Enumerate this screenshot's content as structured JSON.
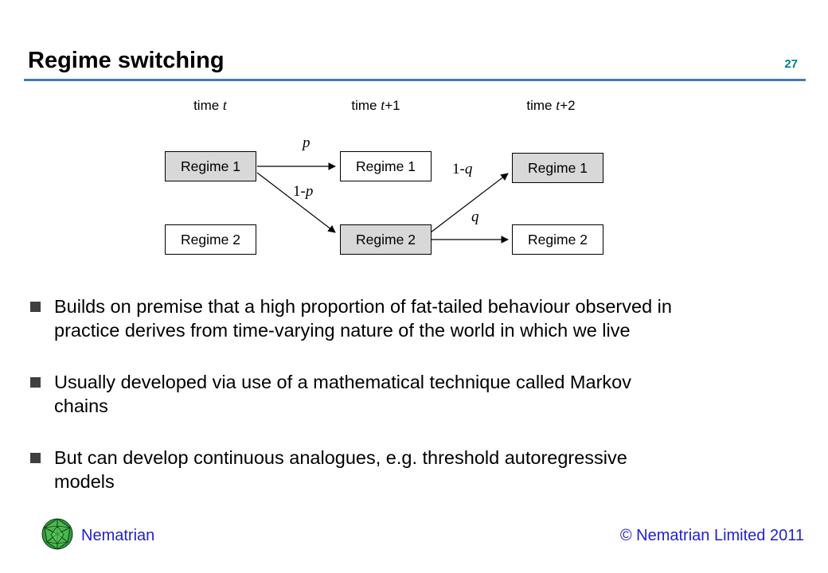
{
  "slide": {
    "title": "Regime switching",
    "page_number": "27"
  },
  "diagram": {
    "headers": [
      {
        "pre": "time ",
        "var": "t",
        "post": ""
      },
      {
        "pre": "time ",
        "var": "t",
        "post": "+1"
      },
      {
        "pre": "time ",
        "var": "t",
        "post": "+2"
      }
    ],
    "boxes": [
      {
        "label": "Regime 1"
      },
      {
        "label": "Regime 1"
      },
      {
        "label": "Regime 1"
      },
      {
        "label": "Regime 2"
      },
      {
        "label": "Regime 2"
      },
      {
        "label": "Regime 2"
      }
    ],
    "arrow_labels": [
      {
        "pre": "",
        "var": "p"
      },
      {
        "pre": "1-",
        "var": "p"
      },
      {
        "pre": "1-",
        "var": "q"
      },
      {
        "pre": "",
        "var": "q"
      }
    ]
  },
  "bullets": [
    {
      "lines": [
        "Builds on premise that a high proportion of fat-tailed behaviour observed in",
        "practice derives from time-varying nature of the world in which we live"
      ]
    },
    {
      "lines": [
        "Usually developed via use of a mathematical technique called Markov",
        "chains"
      ]
    },
    {
      "lines": [
        "But can develop continuous analogues, e.g. threshold autoregressive",
        "models"
      ]
    }
  ],
  "footer": {
    "brand": "Nematrian",
    "copyright": "© Nematrian Limited 2011"
  },
  "colors": {
    "rule_blue": "#3D7CB8",
    "page_number_teal": "#008080",
    "footer_blue": "#2222CE",
    "box_gray": "#D8D8D8"
  }
}
